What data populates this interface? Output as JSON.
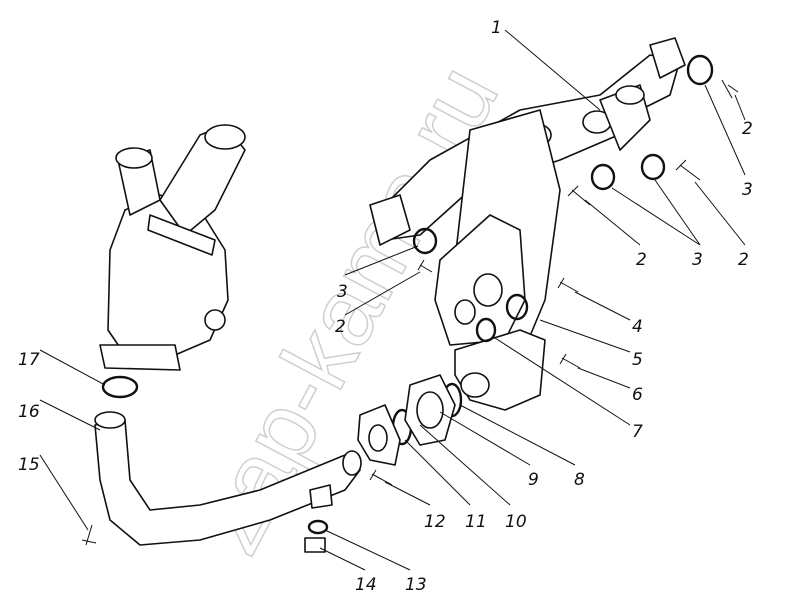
{
  "diagram": {
    "watermark": "zap-kama.ru",
    "callouts": [
      {
        "id": "c1",
        "text": "1"
      },
      {
        "id": "c2a",
        "text": "2"
      },
      {
        "id": "c3a",
        "text": "3"
      },
      {
        "id": "c2b",
        "text": "2"
      },
      {
        "id": "c3b",
        "text": "3"
      },
      {
        "id": "c2c",
        "text": "2"
      },
      {
        "id": "c3c",
        "text": "3"
      },
      {
        "id": "c2d",
        "text": "2"
      },
      {
        "id": "c4",
        "text": "4"
      },
      {
        "id": "c5",
        "text": "5"
      },
      {
        "id": "c6",
        "text": "6"
      },
      {
        "id": "c7",
        "text": "7"
      },
      {
        "id": "c8",
        "text": "8"
      },
      {
        "id": "c9",
        "text": "9"
      },
      {
        "id": "c10",
        "text": "10"
      },
      {
        "id": "c11",
        "text": "11"
      },
      {
        "id": "c12",
        "text": "12"
      },
      {
        "id": "c13",
        "text": "13"
      },
      {
        "id": "c14",
        "text": "14"
      },
      {
        "id": "c15",
        "text": "15"
      },
      {
        "id": "c16",
        "text": "16"
      },
      {
        "id": "c17",
        "text": "17"
      }
    ]
  }
}
